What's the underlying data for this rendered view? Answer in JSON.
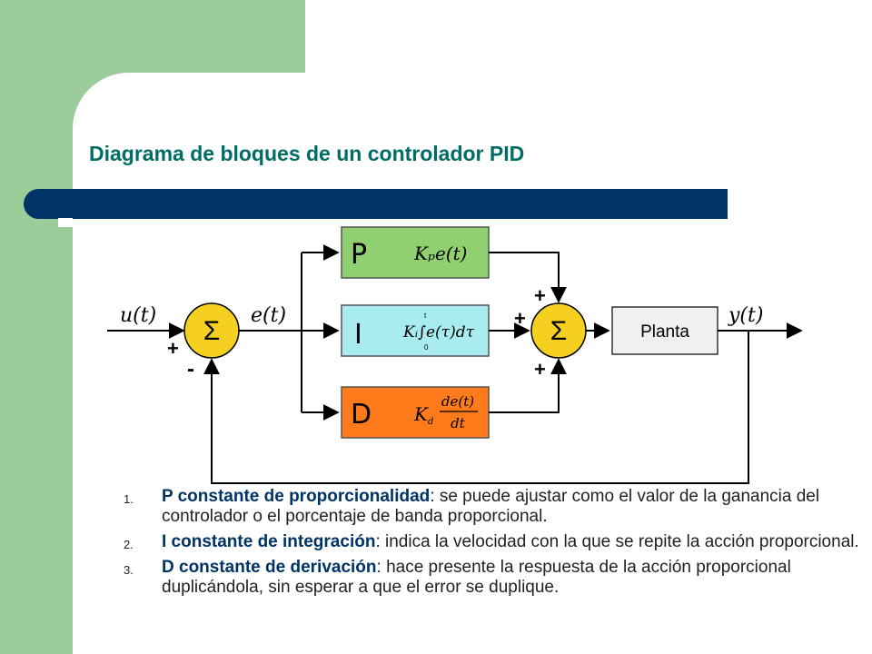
{
  "slide": {
    "title": "Diagrama de bloques de un controlador PID"
  },
  "diagram": {
    "input_label": "u(t)",
    "error_label": "e(t)",
    "output_label": "y(t)",
    "summer_symbol": "Σ",
    "plus_sign": "+",
    "minus_sign": "-",
    "blocks": [
      {
        "letter": "P",
        "formula": "Kₚe(t)",
        "color": "#90d070"
      },
      {
        "letter": "I",
        "formula": "Kᵢ∫e(τ)dτ",
        "color": "#a8ecf0"
      },
      {
        "letter": "D",
        "formula": "K_d de(t)/dt",
        "color": "#ff7a1a"
      }
    ],
    "integral_upper": "t",
    "integral_lower": "0",
    "derivative_k": "K",
    "derivative_sub": "d",
    "derivative_num": "de(t)",
    "derivative_den": "dt",
    "plant_label": "Planta"
  },
  "terms": [
    {
      "number": "1.",
      "term": "P constante de proporcionalidad",
      "text": ": se puede ajustar como el valor de la ganancia del controlador o el porcentaje de banda proporcional."
    },
    {
      "number": "2.",
      "term": "I constante de integración",
      "text": ": indica la velocidad con la que se repite la acción proporcional."
    },
    {
      "number": "3.",
      "term": "D constante de derivación",
      "text": ": hace presente la respuesta de la acción proporcional duplicándola, sin esperar a que el error se duplique."
    }
  ]
}
